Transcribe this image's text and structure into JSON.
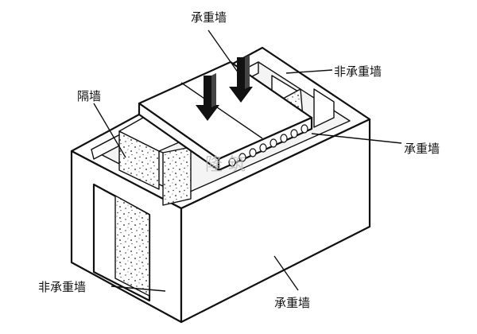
{
  "labels": {
    "top": "承重墙",
    "partition": "隔墙",
    "right_upper": "非承重墙",
    "right_middle": "承重墙",
    "left_lower": "非承重墙",
    "bottom": "承重墙"
  },
  "watermark": "隆 筑",
  "colors": {
    "stroke": "#111111",
    "fill": "#ffffff",
    "arrow": "#111111",
    "stipple": "#222222"
  }
}
